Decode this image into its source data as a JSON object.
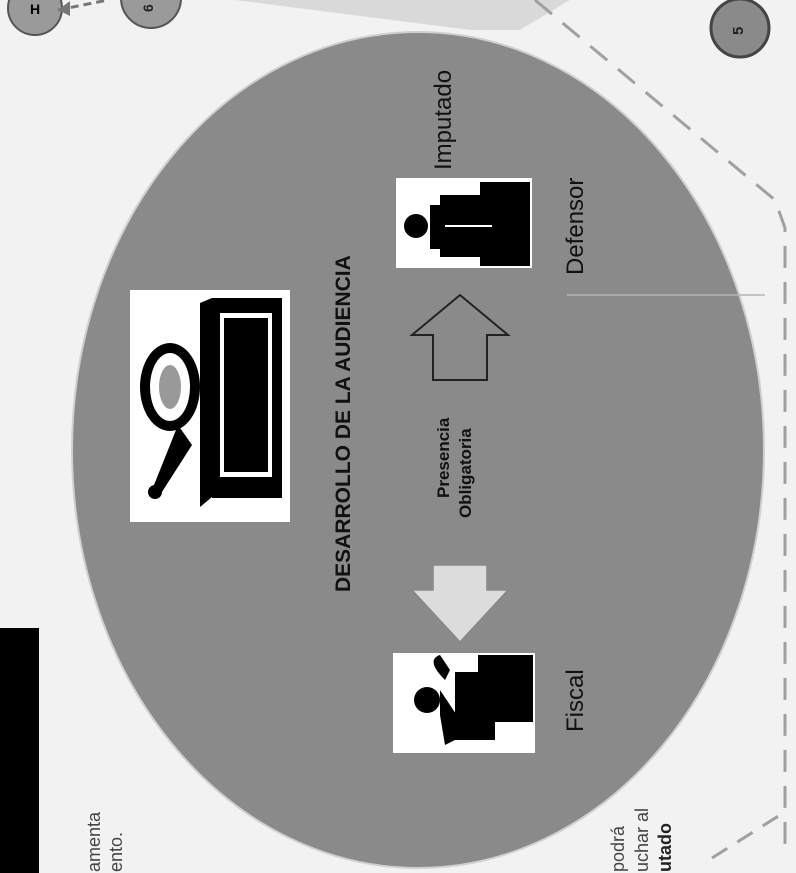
{
  "diagram": {
    "title": "DESARROLLO DE LA AUDIENCIA",
    "participants": {
      "fiscal": "Fiscal",
      "imputado": "Imputado",
      "defensor": "Defensor"
    },
    "presence_line1": "Presencia",
    "presence_line2": "Obligatoria",
    "step_left": "H",
    "step_top": "6",
    "step_number": "5",
    "side_text": {
      "line1": "amenta",
      "line2": "ento.",
      "line3": "podrá",
      "line4": "uchar al",
      "line5": "utado"
    }
  },
  "colors": {
    "bubble": "#8a8a8a",
    "background": "#f2f2f2",
    "node_circle": "#9a9a9a",
    "dashed_border": "#9d9d9d",
    "arrow_fill": "#dcdcdc"
  }
}
